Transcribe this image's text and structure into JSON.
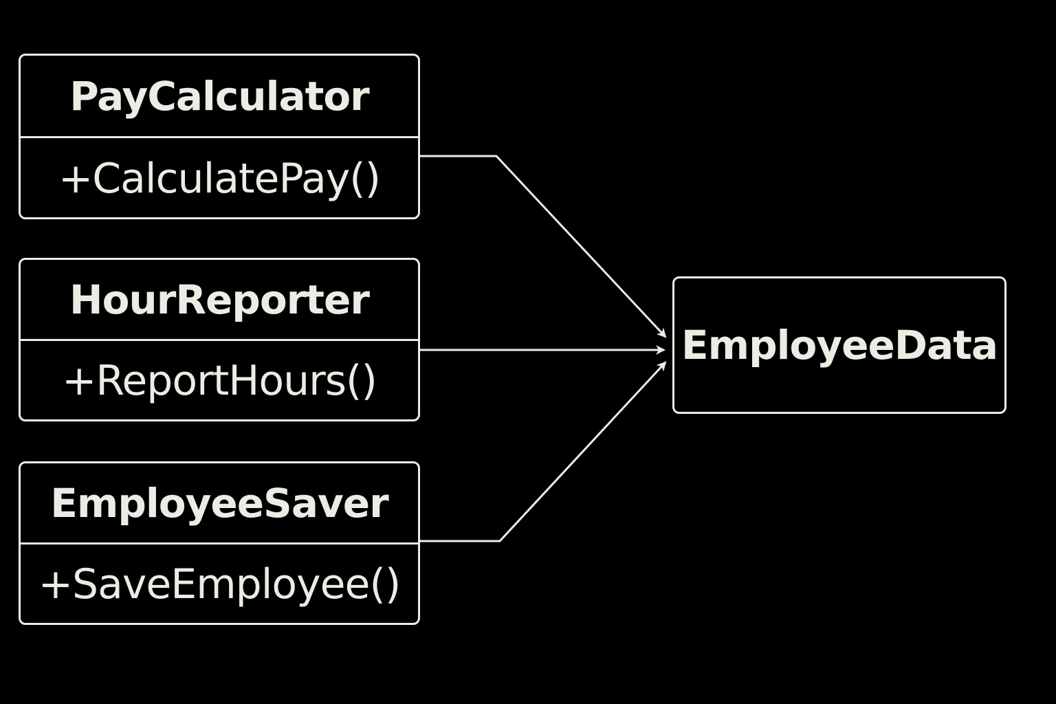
{
  "diagram": {
    "classes": [
      {
        "id": "paycalc",
        "name": "PayCalculator",
        "method": "+CalculatePay()"
      },
      {
        "id": "hour",
        "name": "HourReporter",
        "method": "+ReportHours()"
      },
      {
        "id": "saver",
        "name": "EmployeeSaver",
        "method": "+SaveEmployee()"
      }
    ],
    "target": {
      "name": "EmployeeData"
    },
    "edges": [
      {
        "from": "PayCalculator",
        "to": "EmployeeData"
      },
      {
        "from": "HourReporter",
        "to": "EmployeeData"
      },
      {
        "from": "EmployeeSaver",
        "to": "EmployeeData"
      }
    ],
    "colors": {
      "background": "#000000",
      "stroke": "#ecebe4",
      "text": "#ecebe4"
    }
  }
}
